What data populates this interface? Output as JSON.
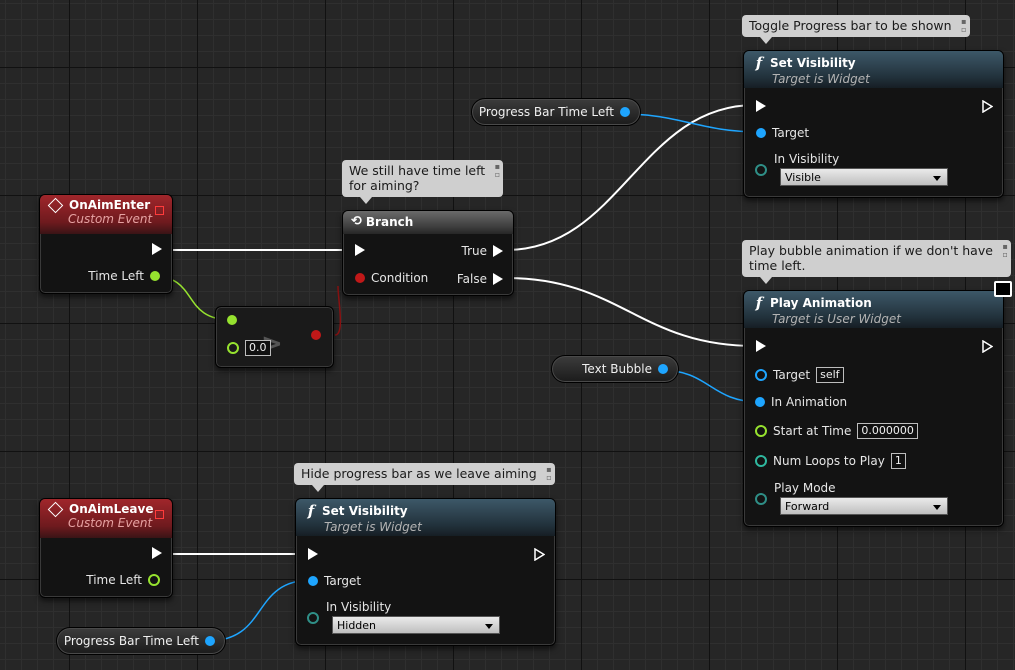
{
  "colors": {
    "exec": "#ffffff",
    "object_pin": "#1ea5ff",
    "float_pin": "#96e22f",
    "bool_pin": "#c01818",
    "enum_pin": "#2f8f87",
    "event_header": "#a0262b",
    "function_header": "#3d5868"
  },
  "comments": {
    "toggle": "Toggle Progress bar to be shown",
    "time_left_line1": "We still have time left",
    "time_left_line2": "for aiming?",
    "play_line1": "Play bubble animation if we don't have",
    "play_line2": "time left.",
    "hide": "Hide progress bar as we leave aiming"
  },
  "variables": {
    "progress_bar_top": "Progress Bar Time Left",
    "text_bubble": "Text Bubble",
    "progress_bar_bottom": "Progress Bar Time Left"
  },
  "on_aim_enter": {
    "title": "OnAimEnter",
    "subtitle": "Custom Event",
    "time_left": "Time Left",
    "icon": "event-diamond-icon"
  },
  "on_aim_leave": {
    "title": "OnAimLeave",
    "subtitle": "Custom Event",
    "time_left": "Time Left",
    "icon": "event-diamond-icon"
  },
  "compare": {
    "value": "0.0",
    "symbol": ">"
  },
  "branch": {
    "title": "Branch",
    "condition": "Condition",
    "true": "True",
    "false": "False",
    "icon": "branch-icon"
  },
  "set_vis_top": {
    "title": "Set Visibility",
    "subtitle": "Target is Widget",
    "target": "Target",
    "in_visibility": "In Visibility",
    "visibility_value": "Visible",
    "icon": "function-icon"
  },
  "play_anim": {
    "title": "Play Animation",
    "subtitle": "Target is User Widget",
    "target": "Target",
    "target_value": "self",
    "in_animation": "In Animation",
    "start_at_time": "Start at Time",
    "start_value": "0.000000",
    "num_loops": "Num Loops to Play",
    "loops_value": "1",
    "play_mode": "Play Mode",
    "play_mode_value": "Forward",
    "icon": "function-icon"
  },
  "set_vis_bottom": {
    "title": "Set Visibility",
    "subtitle": "Target is Widget",
    "target": "Target",
    "in_visibility": "In Visibility",
    "visibility_value": "Hidden",
    "icon": "function-icon"
  }
}
